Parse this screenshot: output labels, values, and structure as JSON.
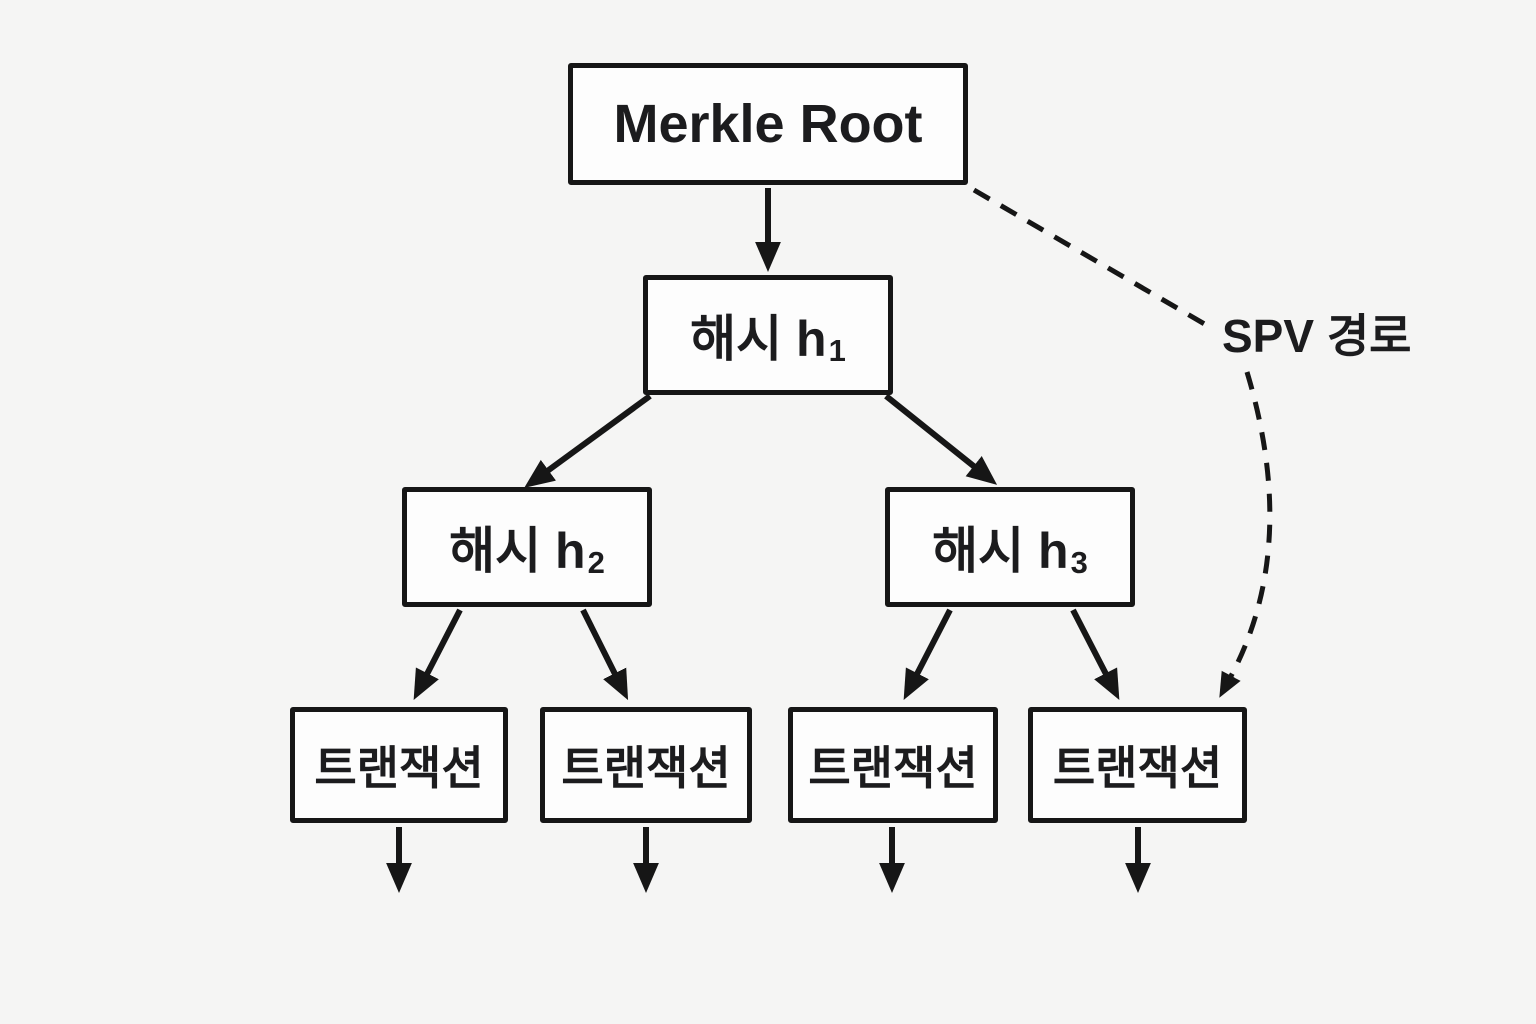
{
  "palette": {
    "background": "#f5f5f4",
    "ink": "#161616",
    "box_fill": "#fdfdfd",
    "text": "#1c1c1e"
  },
  "nodes": {
    "root": {
      "label": "Merkle Root"
    },
    "h1": {
      "label": "해시 h",
      "sub": "1"
    },
    "h2": {
      "label": "해시 h",
      "sub": "2"
    },
    "h3": {
      "label": "해시 h",
      "sub": "3"
    },
    "transactions": [
      {
        "label": "트랜잭션"
      },
      {
        "label": "트랜잭션"
      },
      {
        "label": "트랜잭션"
      },
      {
        "label": "트랜잭션"
      }
    ]
  },
  "annotations": {
    "spv_path": {
      "label": "SPV 경로"
    }
  }
}
